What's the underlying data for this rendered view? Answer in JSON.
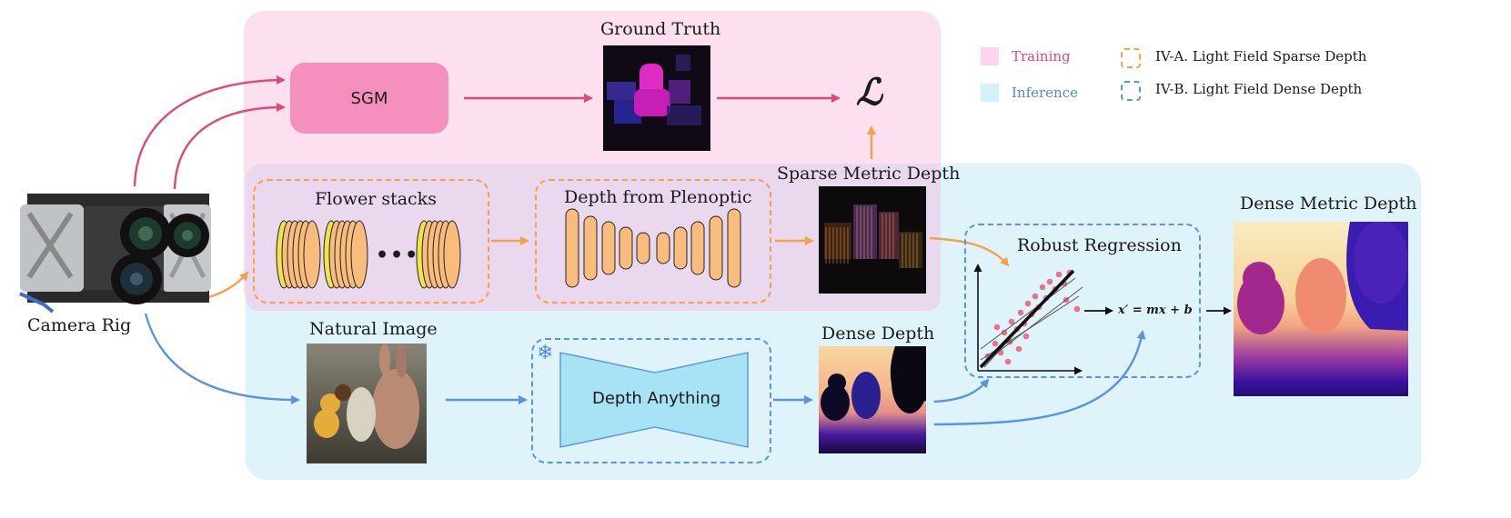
{
  "legend": {
    "training": "Training",
    "inference": "Inference",
    "sparse_branch": "IV-A. Light Field Sparse Depth",
    "dense_branch": "IV-B. Light Field Dense Depth"
  },
  "nodes": {
    "camera_rig": "Camera Rig",
    "sgm": "SGM",
    "ground_truth": "Ground Truth",
    "loss_symbol": "ℒ",
    "flower_stacks": "Flower stacks",
    "ellipsis": "•••",
    "depth_from_plenoptic": "Depth from Plenoptic",
    "sparse_metric_depth": "Sparse Metric Depth",
    "robust_regression": "Robust Regression",
    "regression_equation": "x′ = mx + b",
    "dense_metric_depth": "Dense Metric Depth",
    "natural_image": "Natural Image",
    "depth_anything": "Depth Anything",
    "dense_depth": "Dense Depth"
  },
  "colors": {
    "training_bg": "#fde0ef",
    "inference_bg": "#dff3fb",
    "overlap_bg": "#ead9ee",
    "pink_arrow": "#e0487c",
    "orange_arrow": "#f5a04a",
    "blue_arrow": "#5b93e3"
  }
}
